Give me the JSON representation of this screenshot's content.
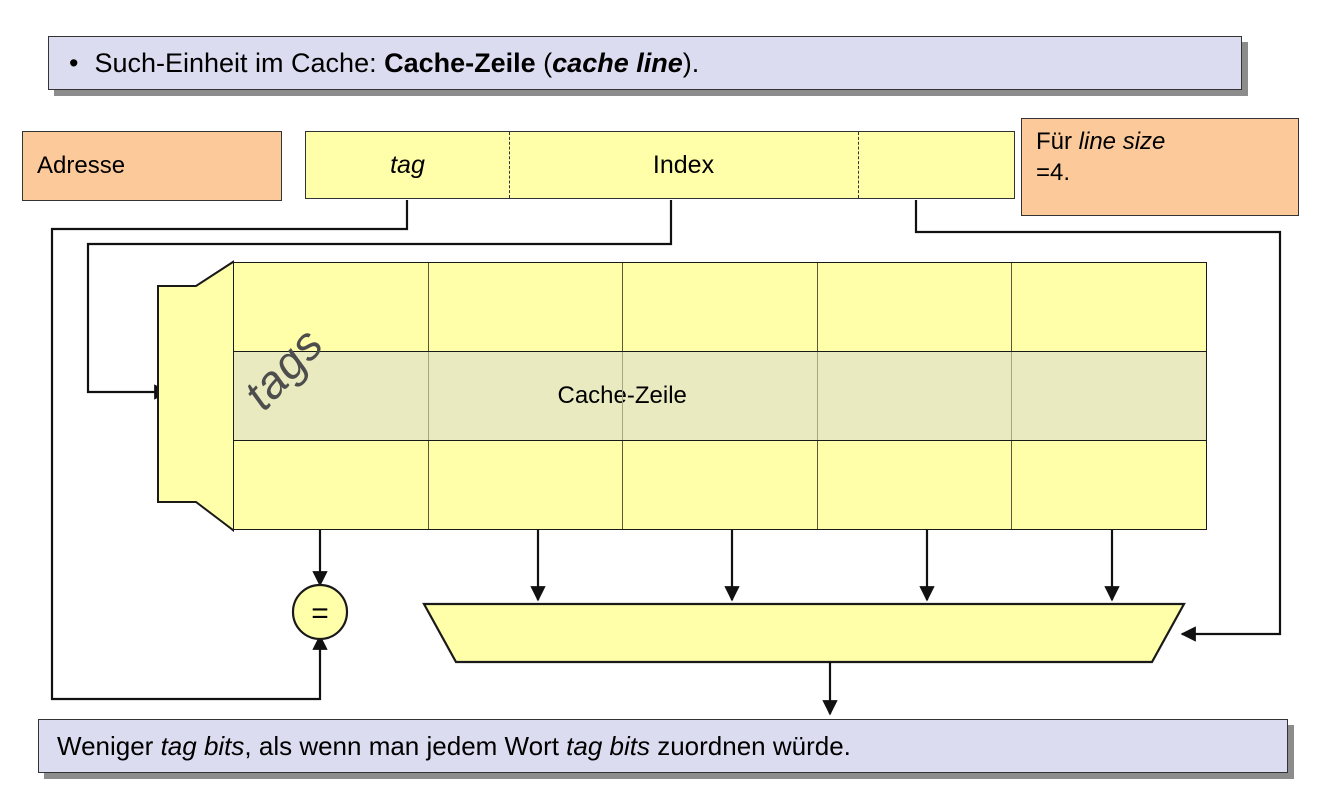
{
  "slide": {
    "top_banner": {
      "bullet": "•",
      "text_plain": "Such-Einheit im Cache: Cache-Zeile (cache line).",
      "parts": {
        "lead": "Such-Einheit im Cache: ",
        "bold_term": "Cache-Zeile",
        "open_paren": " (",
        "bold_italic_term": "cache line",
        "close": ")."
      }
    },
    "bottom_banner": {
      "text_plain": "Weniger tag bits, als wenn man jedem Wort tag bits zuordnen würde.",
      "parts": {
        "p1": "Weniger ",
        "i1": "tag bits",
        "p2": ", als wenn man jedem Wort ",
        "i2": "tag bits",
        "p3": " zuordnen würde."
      }
    }
  },
  "labels": {
    "adresse": "Adresse",
    "line_size_note": {
      "prefix": "Für ",
      "italic": "line size",
      "suffix": "=4."
    }
  },
  "address_field": {
    "segments": [
      {
        "name": "tag",
        "label": "tag",
        "italic": true
      },
      {
        "name": "index",
        "label": "Index",
        "italic": false
      },
      {
        "name": "offset",
        "label": "",
        "italic": false
      }
    ]
  },
  "cache": {
    "tags_label": "tags",
    "cache_line_label": "Cache-Zeile",
    "rows": 3,
    "columns": 5,
    "highlighted_row_index": 1,
    "line_size": 4
  },
  "comparator": {
    "symbol": "=",
    "name": "equality-comparator"
  },
  "mux": {
    "name": "multiplexer",
    "label": ""
  },
  "colors": {
    "banner_fill": "#dcdcf0",
    "peach_fill": "#fcca9a",
    "cache_fill": "#ffffaa",
    "highlight_fill": "#eaeac0",
    "outline": "#1a1a1a",
    "tags_text": "#4d4d4d",
    "shadow": "#787878"
  }
}
